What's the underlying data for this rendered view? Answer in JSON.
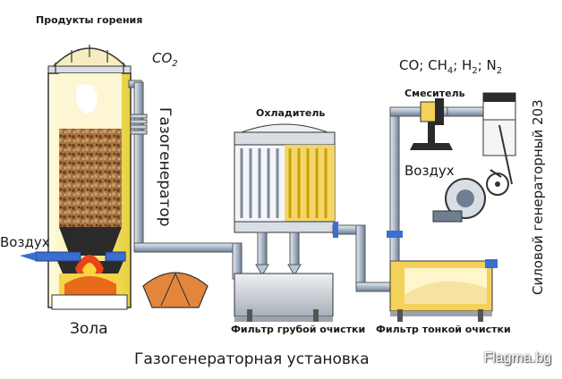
{
  "labels": {
    "combustion_products": "Продукты горения",
    "co2": "CO",
    "co2_sub": "2",
    "gas_generator": "Газогенератор",
    "air_left": "Воздух",
    "ash": "Зола",
    "cooler": "Охладитель",
    "coarse_filter": "Фильтр грубой очистки",
    "fine_filter": "Фильтр тонкой очистки",
    "mixer": "Смеситель",
    "air_right": "Воздух",
    "power_generator": "Силовой генераторный 203",
    "plant_title": "Газогенераторная установка"
  },
  "gas_formula": {
    "co": "CO; CH",
    "ch4_sub": "4",
    "h2": "; H",
    "h2_sub": "2",
    "n2": "; N",
    "n2_sub": "2"
  },
  "watermark": "Flagma.bg",
  "colors": {
    "shell": "#f4e27a",
    "shell_dark": "#c9a800",
    "pipe": "#b9c6d6",
    "pipe_dark": "#6f7f93",
    "fuel": "#9a6a3a",
    "flame": "#e8431b",
    "cooler": "#f3d15a",
    "filter_gray": "#c9cdd2"
  }
}
